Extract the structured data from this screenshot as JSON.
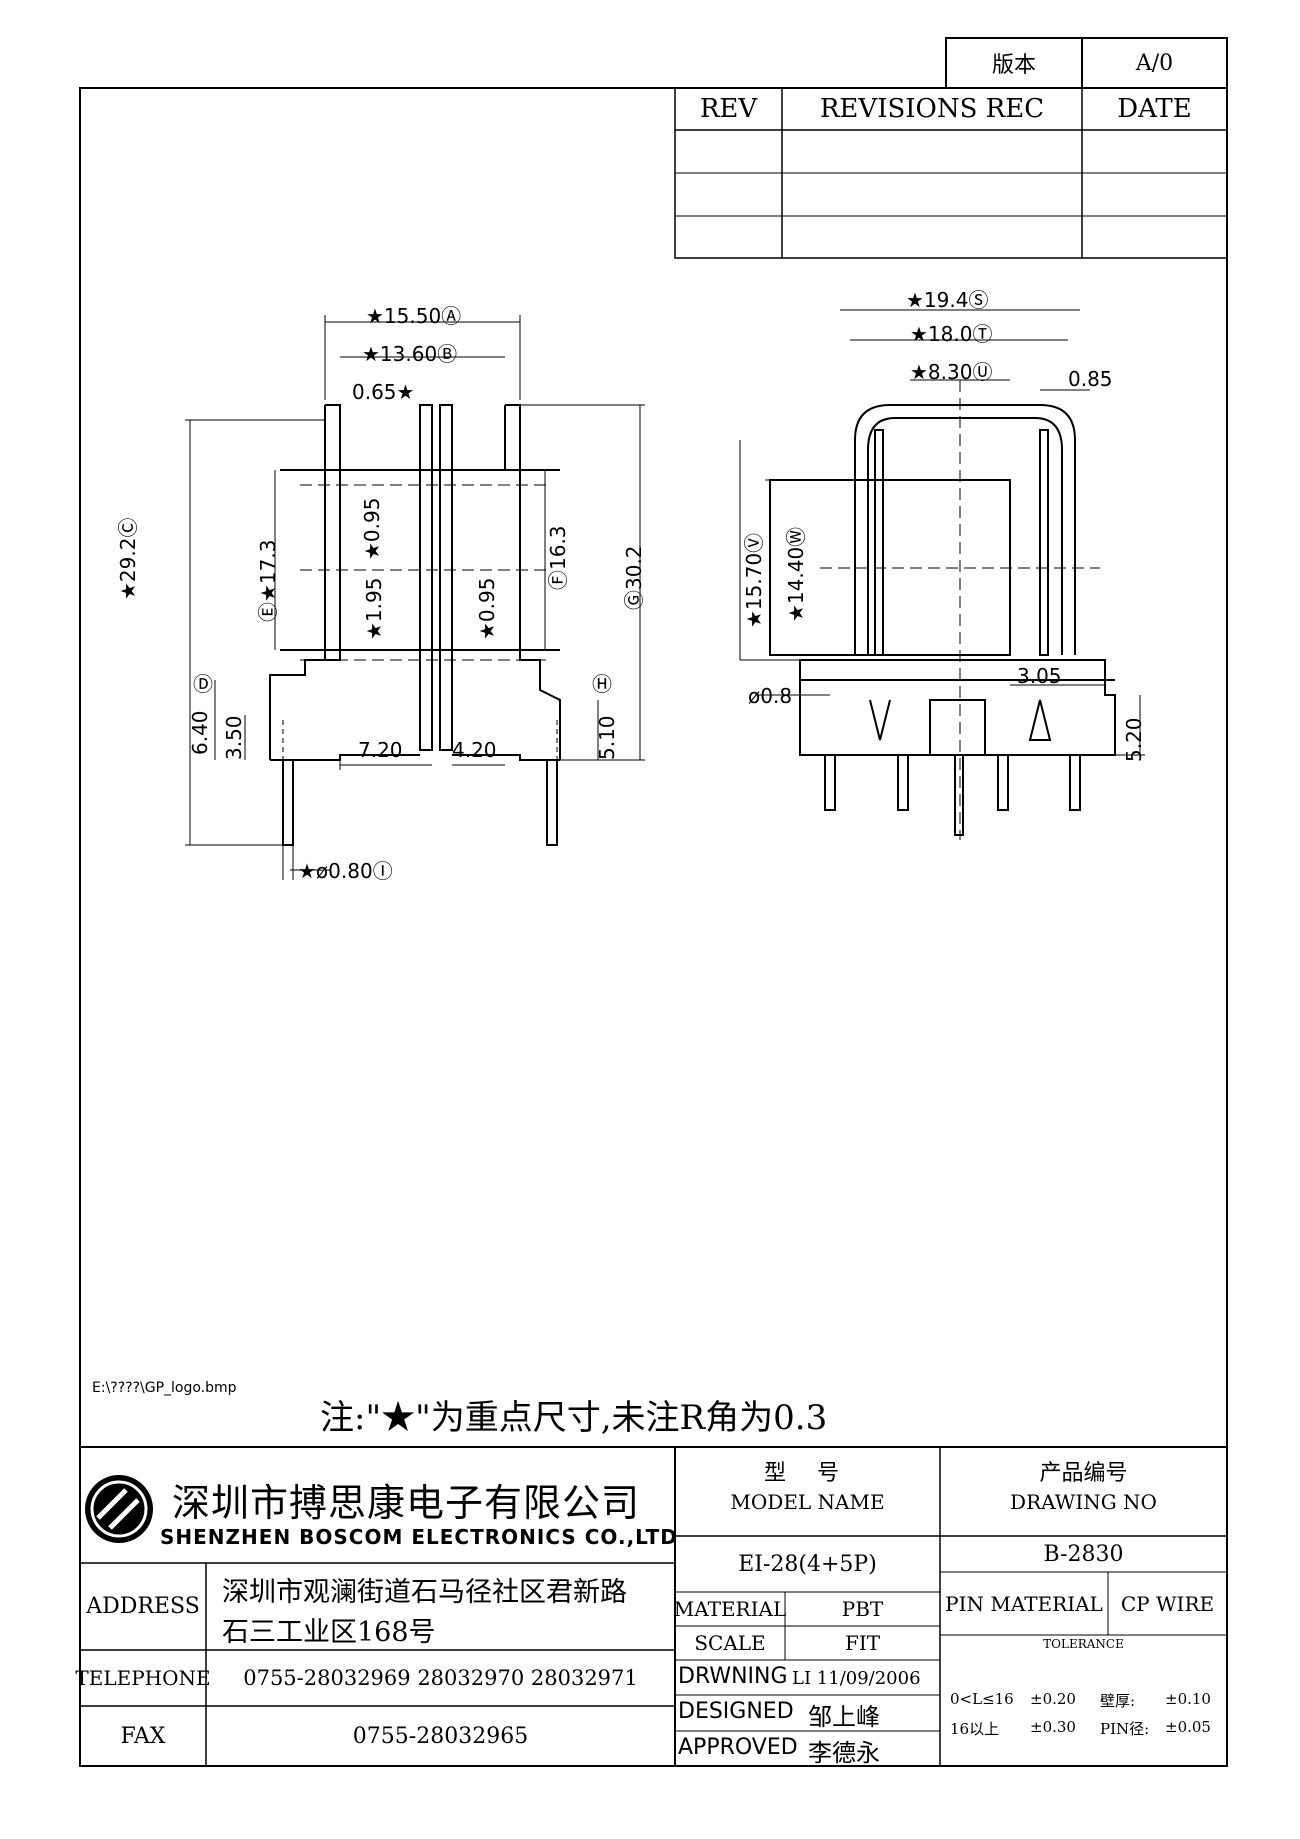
{
  "header": {
    "version_label": "版本",
    "version_value": "A/0",
    "rev_header": "REV",
    "revisions_header": "REVISIONS REC",
    "date_header": "DATE"
  },
  "front_view": {
    "d_a": "★15.50Ⓐ",
    "d_b": "★13.60Ⓑ",
    "d_065": "0.65★",
    "d_c": "★29.2Ⓒ",
    "d_e": "Ⓔ★17.3",
    "d_095a": "★0.95",
    "d_195": "★1.95",
    "d_095b": "★0.95",
    "d_f": "Ⓕ16.3",
    "d_g": "Ⓖ30.2",
    "d_d": "Ⓓ",
    "d_640": "6.40",
    "d_350": "3.50",
    "d_720": "7.20",
    "d_420": "4.20",
    "d_h": "Ⓗ",
    "d_510": "5.10",
    "d_i": "★ø0.80Ⓘ"
  },
  "side_view": {
    "d_s": "★19.4Ⓢ",
    "d_t": "★18.0Ⓣ",
    "d_u": "★8.30Ⓤ",
    "d_085": "0.85",
    "d_v": "★15.70Ⓥ",
    "d_w": "★14.40Ⓦ",
    "d_08": "ø0.8",
    "d_305": "3.05",
    "d_520": "5.20"
  },
  "note": "注:\"★\"为重点尺寸,未注R角为0.3",
  "logo_path": "E:\\????\\GP_logo.bmp",
  "company": {
    "name_cn": "深圳市搏思康电子有限公司",
    "name_en": "SHENZHEN BOSCOM ELECTRONICS CO.,LTD",
    "address_label": "ADDRESS",
    "address_line1": "深圳市观澜街道石马径社区君新路",
    "address_line2": "石三工业区168号",
    "telephone_label": "TELEPHONE",
    "telephone": "0755-28032969 28032970 28032971",
    "fax_label": "FAX",
    "fax": "0755-28032965"
  },
  "title_block": {
    "model_cn": "型 号",
    "model_en": "MODEL NAME",
    "model_value": "EI-28(4+5P)",
    "drawing_cn": "产品编号",
    "drawing_en": "DRAWING NO",
    "drawing_value": "B-2830",
    "material_label": "MATERIAL",
    "material_value": "PBT",
    "scale_label": "SCALE",
    "scale_value": "FIT",
    "drawn_label": "DRWNING",
    "drawn_value": "LI 11/09/2006",
    "designed_label": "DESIGNED",
    "designed_value": "邹上峰",
    "approved_label": "APPROVED",
    "approved_value": "李德永",
    "pin_material_label": "PIN MATERIAL",
    "pin_material_value": "CP WIRE",
    "tolerance_label": "TOLERANCE",
    "tol_1a": "0<L≤16",
    "tol_1b": "±0.20",
    "tol_1c": "壁厚:",
    "tol_1d": "±0.10",
    "tol_2a": "16以上",
    "tol_2b": "±0.30",
    "tol_2c": "PIN径:",
    "tol_2d": "±0.05"
  }
}
